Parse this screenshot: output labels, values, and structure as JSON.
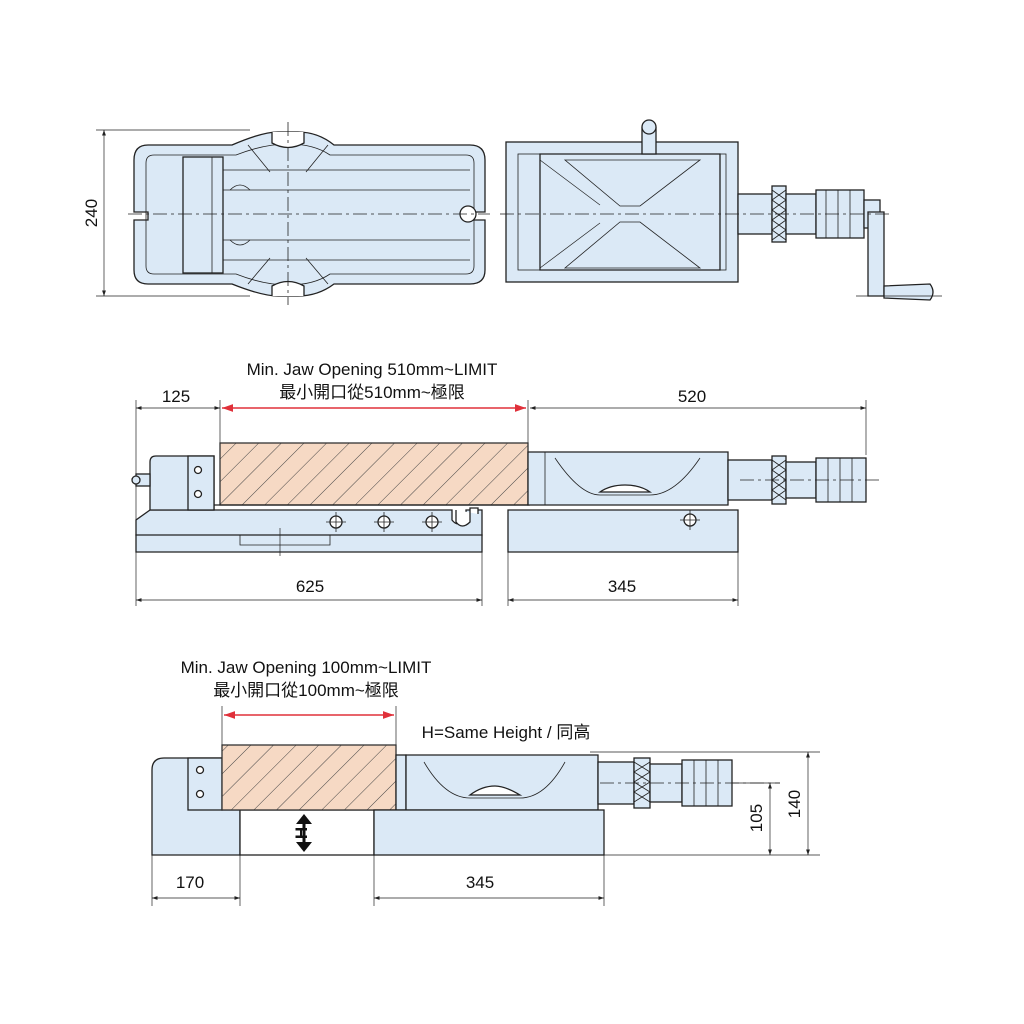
{
  "drawing": {
    "top_view": {
      "dim_height": "240"
    },
    "side_view_max": {
      "caption_en": "Min. Jaw Opening 510mm~LIMIT",
      "caption_zh": "最小開口從510mm~極限",
      "dim_left": "125",
      "dim_right": "520",
      "dim_base_left": "625",
      "dim_base_right": "345"
    },
    "side_view_min": {
      "caption_en": "Min. Jaw Opening 100mm~LIMIT",
      "caption_zh": "最小開口從100mm~極限",
      "height_note": "H=Same Height / 同高",
      "h_label": "H",
      "dim_left": "170",
      "dim_right": "345",
      "dim_height_inner": "105",
      "dim_height_outer": "140"
    },
    "colors": {
      "part_fill": "#dbe9f6",
      "workpiece_fill": "#f6d9c4",
      "limit_line": "#e0303a"
    }
  }
}
